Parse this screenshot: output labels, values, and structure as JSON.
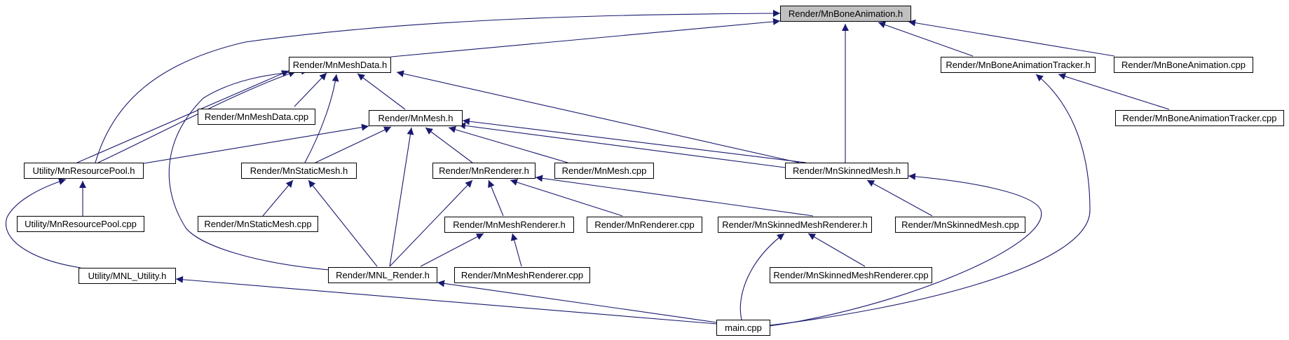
{
  "diagram": {
    "colors": {
      "edge": "#191970",
      "node_border": "#000000",
      "node_fill": "#ffffff",
      "root_fill": "#c0c0c0"
    },
    "nodes": {
      "bone_anim_h": "Render/MnBoneAnimation.h",
      "mesh_data_h": "Render/MnMeshData.h",
      "tracker_h": "Render/MnBoneAnimationTracker.h",
      "bone_anim_cpp": "Render/MnBoneAnimation.cpp",
      "mesh_data_cpp": "Render/MnMeshData.cpp",
      "mesh_h": "Render/MnMesh.h",
      "tracker_cpp": "Render/MnBoneAnimationTracker.cpp",
      "resource_pool_h": "Utility/MnResourcePool.h",
      "static_mesh_h": "Render/MnStaticMesh.h",
      "renderer_h": "Render/MnRenderer.h",
      "mesh_cpp": "Render/MnMesh.cpp",
      "skinned_mesh_h": "Render/MnSkinnedMesh.h",
      "resource_pool_cpp": "Utility/MnResourcePool.cpp",
      "static_mesh_cpp": "Render/MnStaticMesh.cpp",
      "mesh_renderer_h": "Render/MnMeshRenderer.h",
      "renderer_cpp": "Render/MnRenderer.cpp",
      "skinned_mesh_renderer_h": "Render/MnSkinnedMeshRenderer.h",
      "skinned_mesh_cpp": "Render/MnSkinnedMesh.cpp",
      "mnl_utility_h": "Utility/MNL_Utility.h",
      "mnl_render_h": "Render/MNL_Render.h",
      "mesh_renderer_cpp": "Render/MnMeshRenderer.cpp",
      "skinned_mesh_renderer_cpp": "Render/MnSkinnedMeshRenderer.cpp",
      "main_cpp": "main.cpp"
    }
  }
}
